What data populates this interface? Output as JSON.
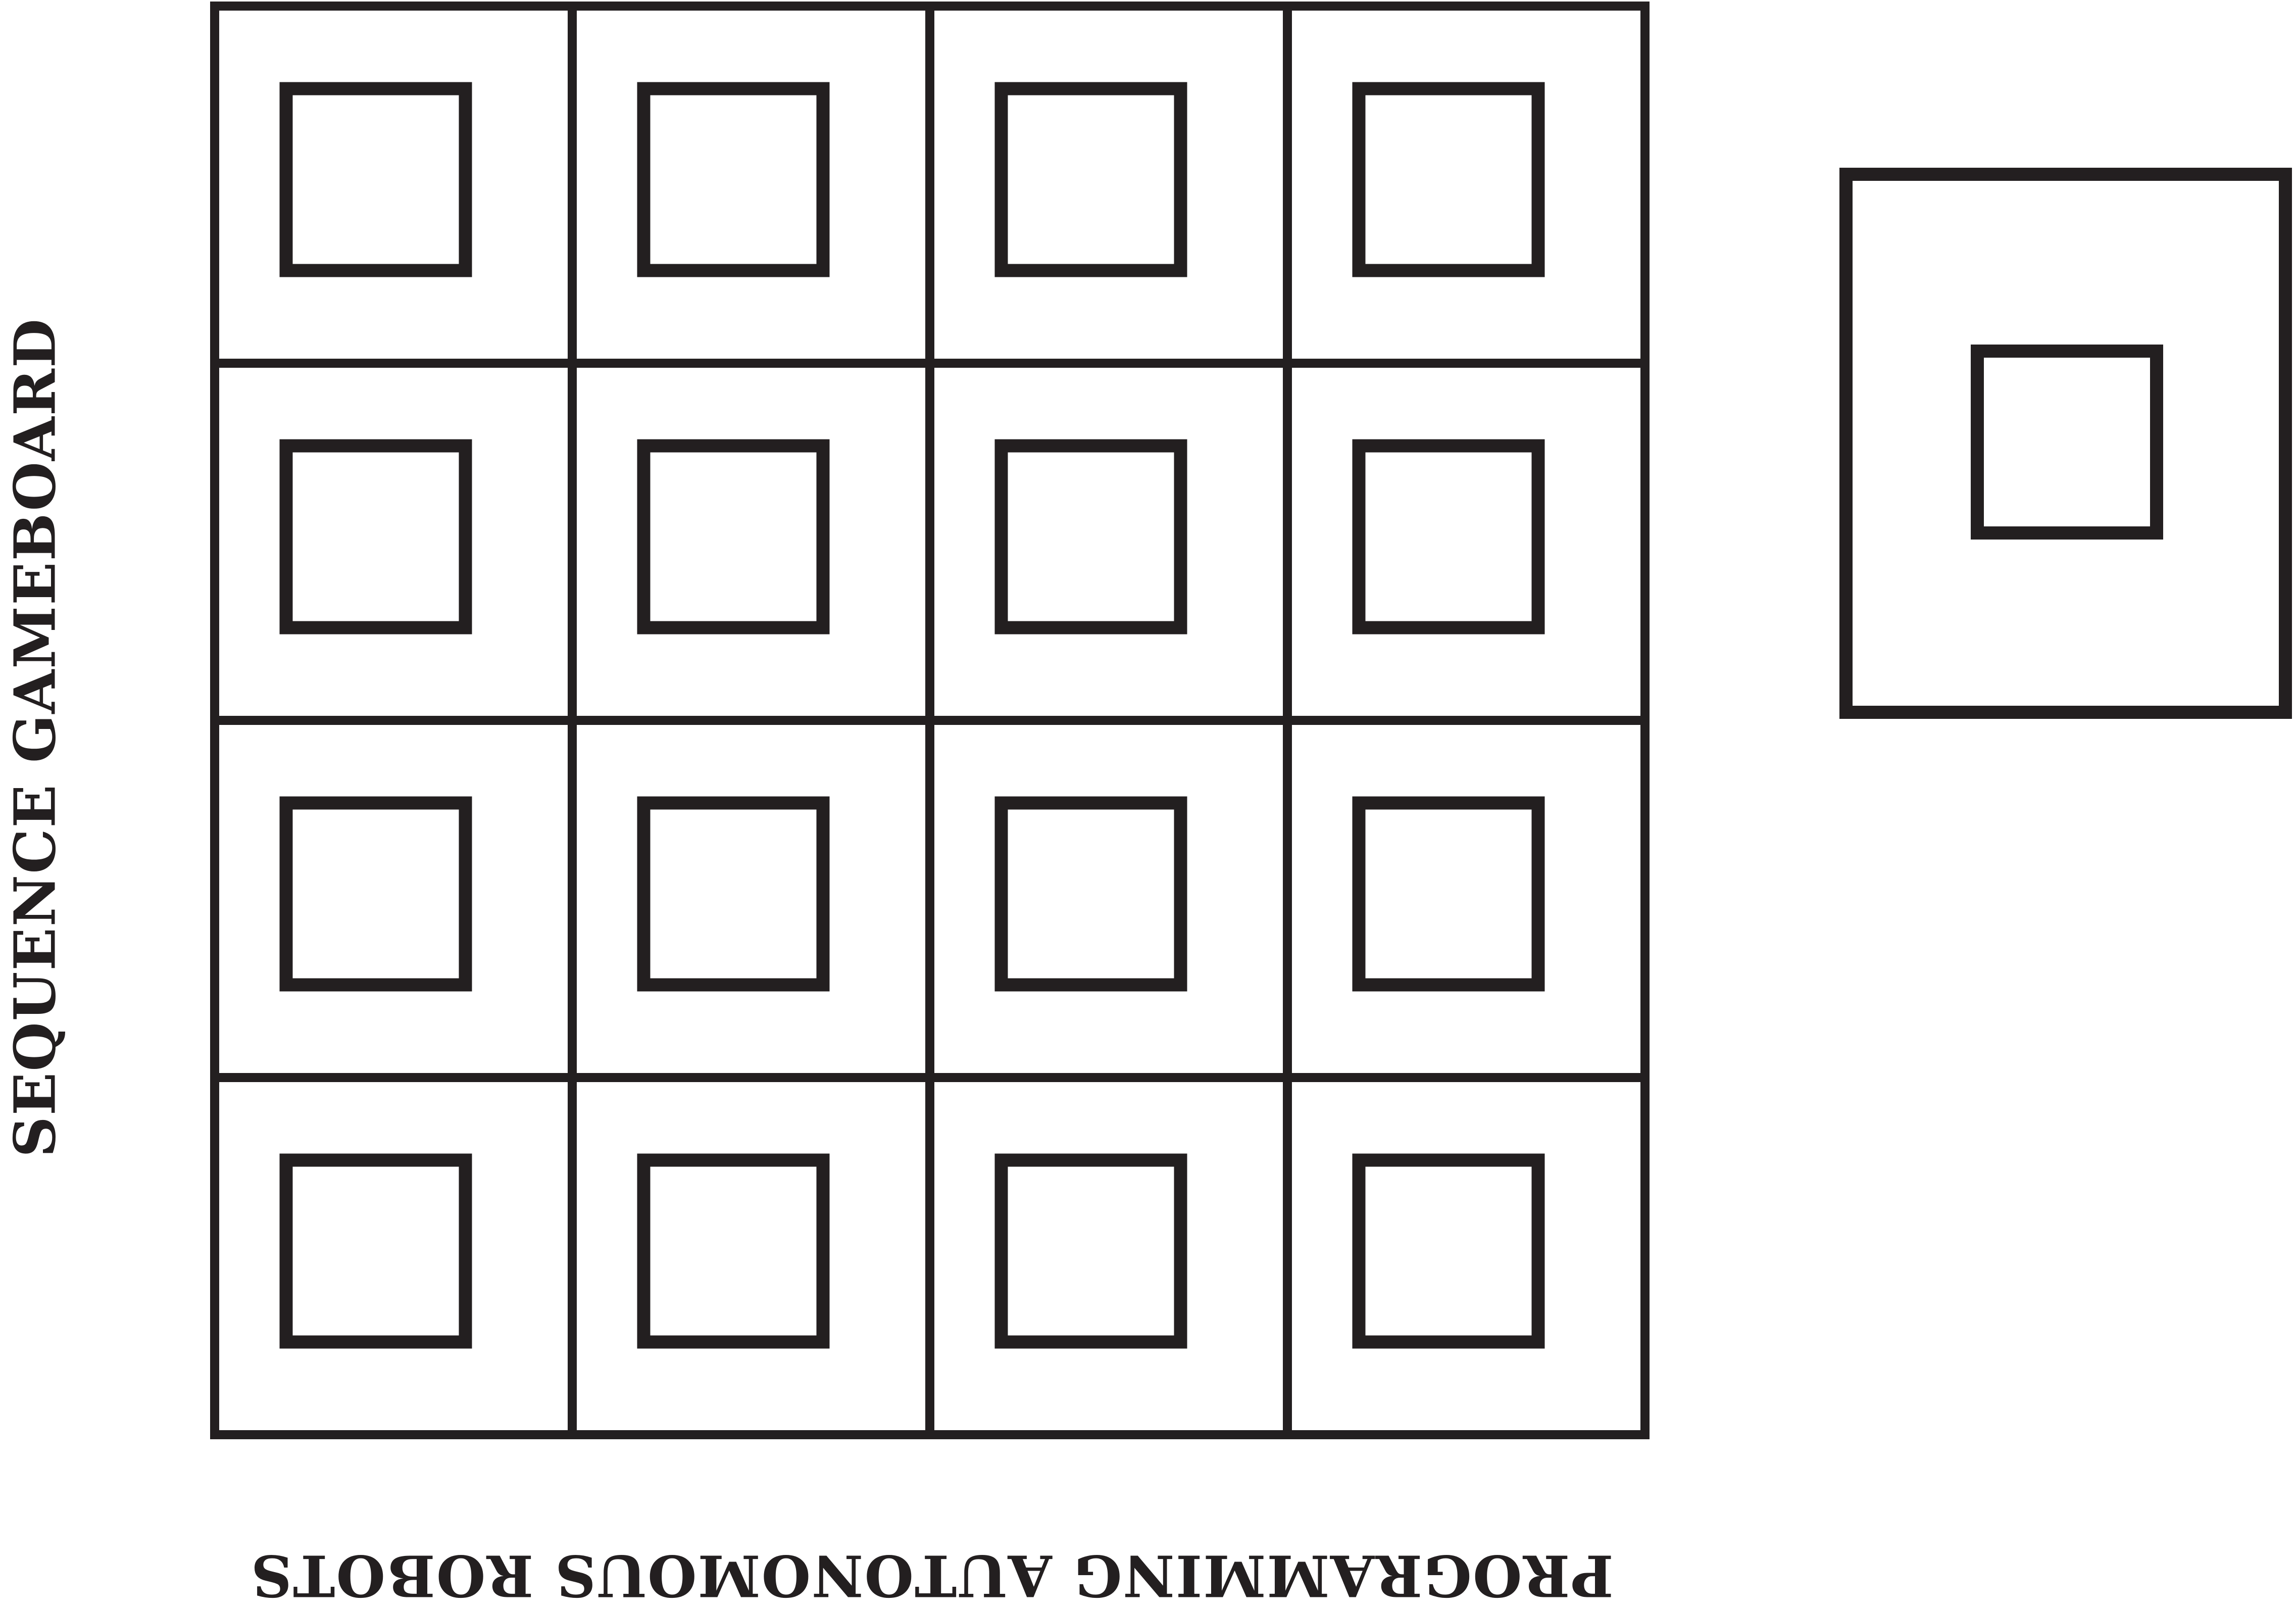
{
  "labels": {
    "side_title": "SEQUENCE GAMEBOARD",
    "bottom_title": "PROGRAMMING AUTONOMOUS ROBOTS"
  },
  "board": {
    "rows": 4,
    "columns": 4
  },
  "colors": {
    "line": "#231f20",
    "background": "#ffffff"
  }
}
